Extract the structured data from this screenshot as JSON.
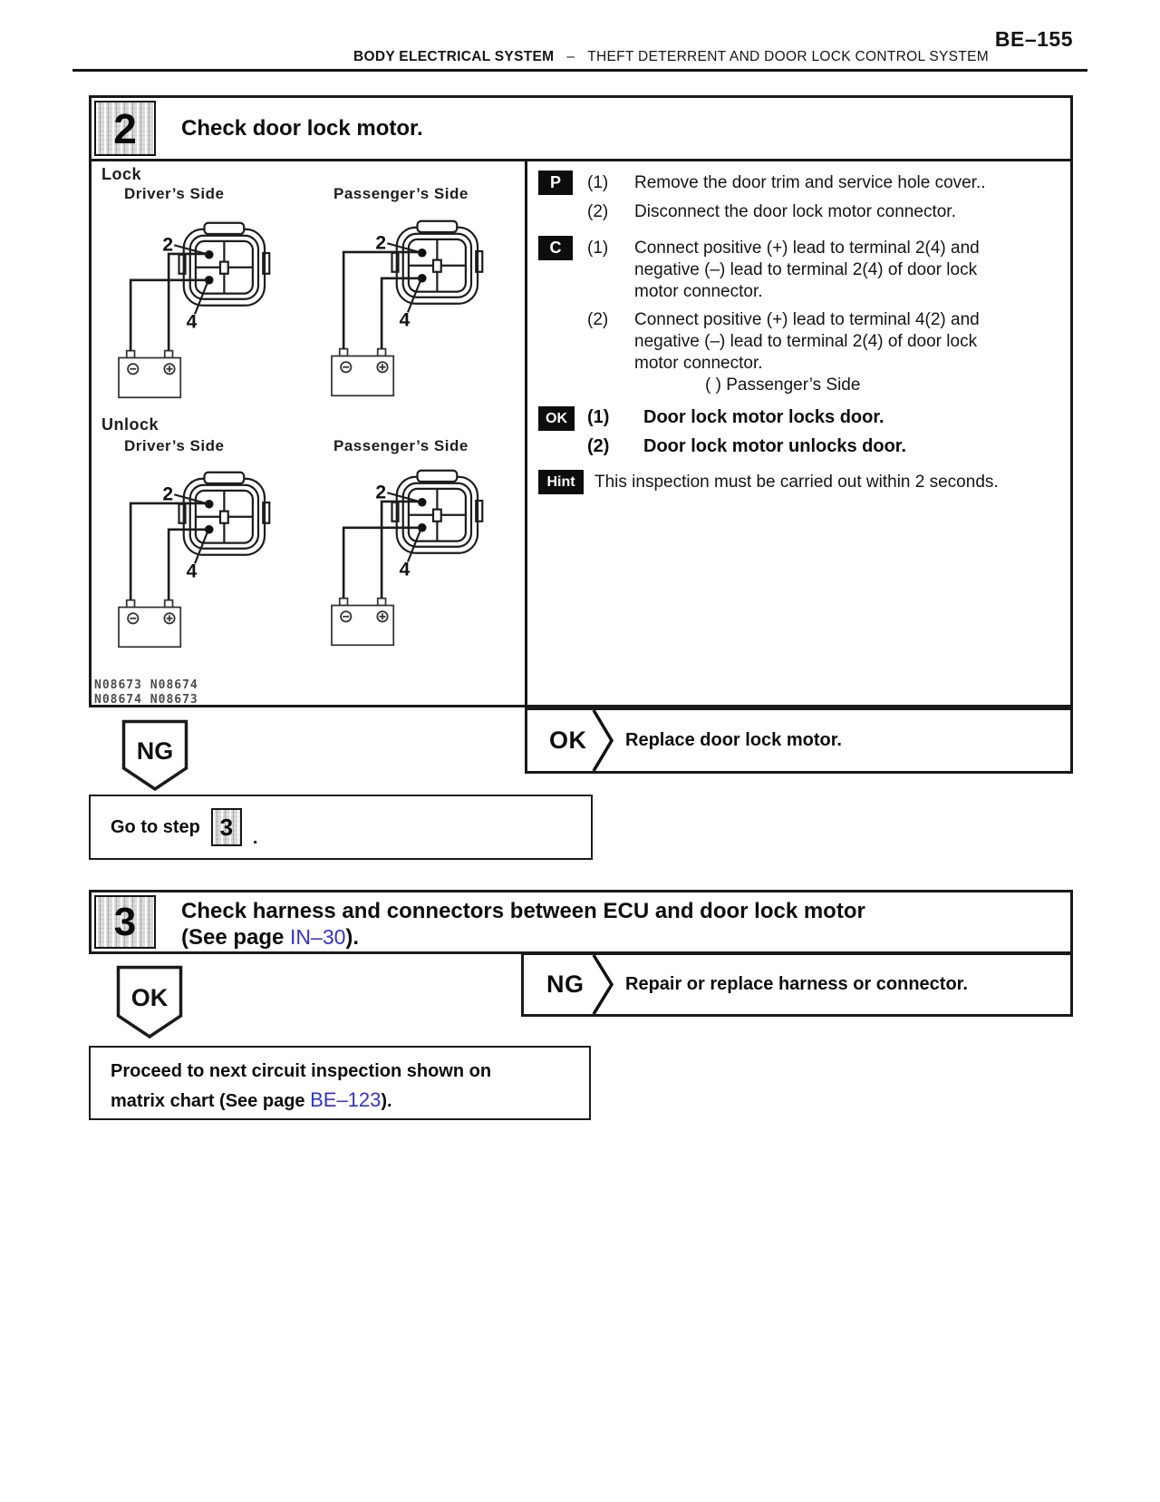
{
  "colors": {
    "link": "#3333cc"
  },
  "page": {
    "number": "BE–155",
    "header_section": "BODY ELECTRICAL SYSTEM",
    "header_separator": "–",
    "header_subsection": "THEFT DETERRENT AND DOOR LOCK CONTROL SYSTEM"
  },
  "step2": {
    "number": "2",
    "title": "Check door lock motor.",
    "diagrams": {
      "lock_title": "Lock",
      "unlock_title": "Unlock",
      "driver_label": "Driver’s Side",
      "passenger_label": "Passenger’s Side",
      "terminal2": "2",
      "terminal4": "4",
      "fig_line1": "N08673 N08674",
      "fig_line2": "N08674 N08673"
    },
    "badge_p": "P",
    "badge_c": "C",
    "badge_ok": "OK",
    "badge_hint": "Hint",
    "p1n": "(1)",
    "p1": "Remove the door trim and service hole cover..",
    "p2n": "(2)",
    "p2": "Disconnect the door lock motor connector.",
    "c1n": "(1)",
    "c1a": "Connect positive (+) lead to terminal 2(4) and",
    "c1b": "negative (–) lead to terminal 2(4) of door lock",
    "c1c": "motor connector.",
    "c2n": "(2)",
    "c2a": "Connect positive (+) lead to terminal 4(2) and",
    "c2b": "negative (–) lead to terminal 2(4) of door lock",
    "c2c": "motor connector.",
    "c_note": "( ) Passenger’s Side",
    "ok1n": "(1)",
    "ok1": "Door lock motor locks door.",
    "ok2n": "(2)",
    "ok2": "Door lock motor unlocks door.",
    "hint": "This inspection must be carried out within 2 seconds.",
    "ng_label": "NG",
    "ok_label": "OK",
    "ok_result": "Replace door lock motor.",
    "goto_prefix": "Go to step",
    "goto_step": "3",
    "goto_period": "."
  },
  "step3": {
    "number": "3",
    "title_line1": "Check harness and connectors between ECU and door lock motor",
    "see_prefix": "(See page ",
    "see_link": "IN–30",
    "see_suffix": ").",
    "ok_label": "OK",
    "ng_label": "NG",
    "ng_result": "Repair or replace harness or connector.",
    "proceed_line1": "Proceed to next circuit inspection shown on",
    "proceed_line2_prefix": "matrix chart (See page ",
    "proceed_link": "BE–123",
    "proceed_suffix": ")."
  }
}
